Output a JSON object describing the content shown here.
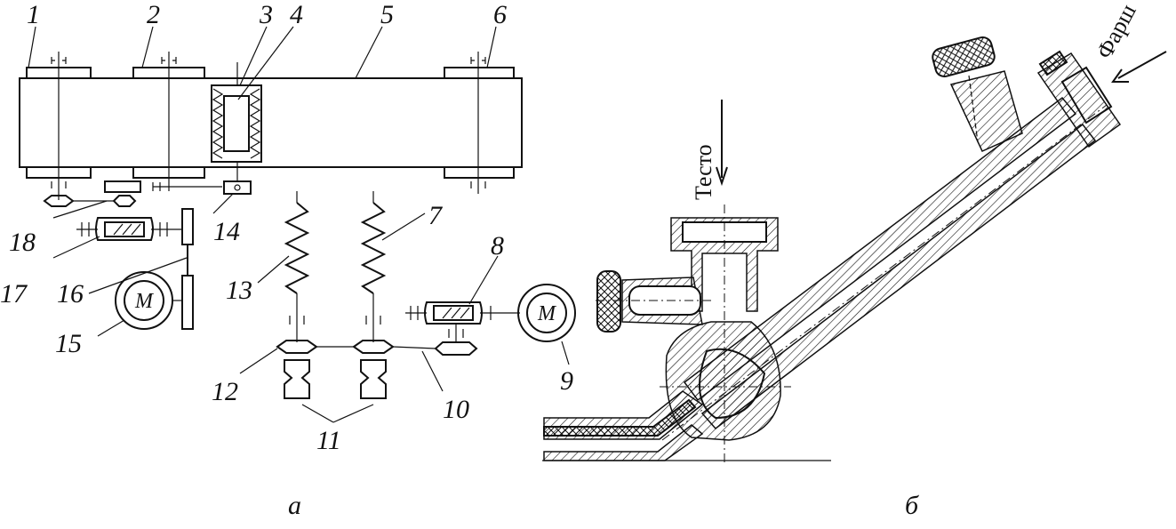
{
  "scheme_a": {
    "part_numbers": [
      "1",
      "2",
      "3",
      "4",
      "5",
      "6",
      "7",
      "8",
      "9",
      "10",
      "11",
      "12",
      "13",
      "14",
      "15",
      "16",
      "17",
      "18"
    ],
    "motor_label": "M",
    "caption": "а"
  },
  "scheme_b": {
    "dough_label": "Тесто",
    "filling_label": "Фарш",
    "caption": "б"
  }
}
